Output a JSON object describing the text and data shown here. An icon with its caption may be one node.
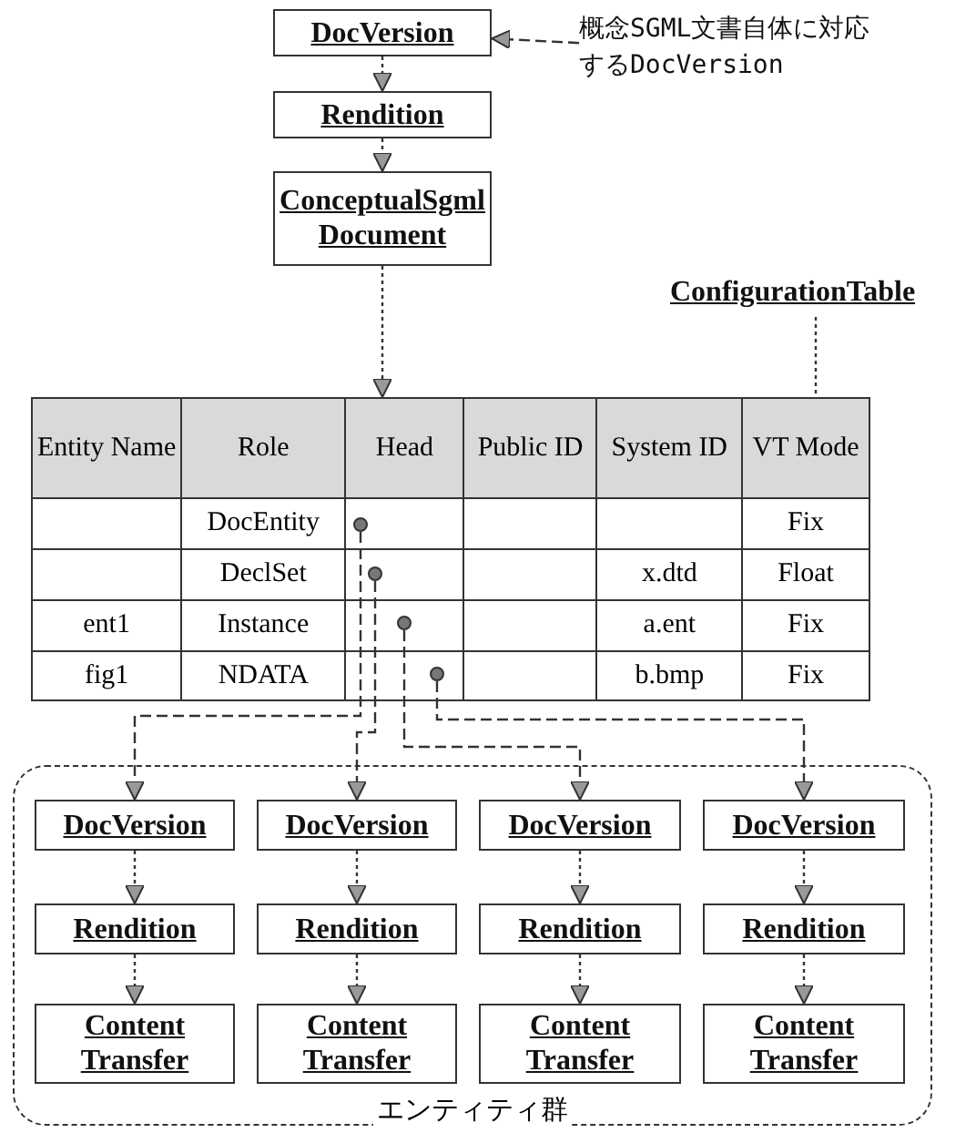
{
  "diagram": {
    "nodes": [
      {
        "text": [
          "DocVersion"
        ]
      },
      {
        "text": [
          "概念SGML文書自体に対応するDocVersion"
        ]
      },
      {
        "text": [
          "Rendition"
        ]
      },
      {
        "text": [
          "ConceptualSgml Document"
        ]
      },
      {
        "text": [
          "ConfigurationTable"
        ]
      },
      {
        "text": [],
        "shape": "table"
      },
      {
        "text": [],
        "shape": "circle",
        "in": 5
      },
      {
        "text": [],
        "shape": "circle",
        "in": 5
      },
      {
        "text": [],
        "shape": "circle",
        "in": 5
      },
      {
        "text": [],
        "shape": "circle",
        "in": 5
      },
      {
        "text": [
          "エンティティ群"
        ]
      },
      {
        "text": [
          "DocVersion"
        ],
        "in": 10
      },
      {
        "text": [
          "DocVersion"
        ],
        "in": 10
      },
      {
        "text": [
          "DocVersion"
        ],
        "in": 10
      },
      {
        "text": [
          "DocVersion"
        ],
        "in": 10
      },
      {
        "text": [
          "Rendition"
        ],
        "in": 10
      },
      {
        "text": [
          "Rendition"
        ],
        "in": 10
      },
      {
        "text": [
          "Rendition"
        ],
        "in": 10
      },
      {
        "text": [
          "Rendition"
        ],
        "in": 10
      },
      {
        "text": [
          "Content Transfer"
        ],
        "in": 10
      },
      {
        "text": [
          "Content Transfer"
        ],
        "in": 10
      },
      {
        "text": [
          "Content Transfer"
        ],
        "in": 10
      },
      {
        "text": [
          "Content Transfer"
        ],
        "in": 10
      }
    ],
    "edges": [
      {
        "from": 1,
        "to": 0,
        "arrow": "to",
        "style": "dashed"
      },
      {
        "from": 0,
        "to": 2,
        "arrow": "to"
      },
      {
        "from": 2,
        "to": 3,
        "arrow": "to"
      },
      {
        "from": 3,
        "to": 5,
        "arrow": "to"
      },
      {
        "from": 4,
        "to": 5,
        "arrow": "none"
      },
      {
        "from": 6,
        "to": 11,
        "arrow": "to",
        "style": "dashed"
      },
      {
        "from": 7,
        "to": 12,
        "arrow": "to",
        "style": "dashed"
      },
      {
        "from": 8,
        "to": 13,
        "arrow": "to",
        "style": "dashed"
      },
      {
        "from": 9,
        "to": 14,
        "arrow": "to",
        "style": "dashed"
      },
      {
        "from": 11,
        "to": 15,
        "arrow": "to"
      },
      {
        "from": 12,
        "to": 16,
        "arrow": "to"
      },
      {
        "from": 13,
        "to": 17,
        "arrow": "to"
      },
      {
        "from": 14,
        "to": 18,
        "arrow": "to"
      },
      {
        "from": 15,
        "to": 19,
        "arrow": "to"
      },
      {
        "from": 16,
        "to": 20,
        "arrow": "to"
      },
      {
        "from": 17,
        "to": 21,
        "arrow": "to"
      },
      {
        "from": 18,
        "to": 22,
        "arrow": "to"
      }
    ],
    "labels": [
      "Entity Name",
      "Role",
      "Head",
      "Public ID",
      "System ID",
      "VT Mode",
      "DocEntity",
      "Fix",
      "DeclSet",
      "x.dtd",
      "Float",
      "ent1",
      "Instance",
      "a.ent",
      "Fix",
      "fig1",
      "NDATA",
      "b.bmp",
      "Fix"
    ]
  }
}
